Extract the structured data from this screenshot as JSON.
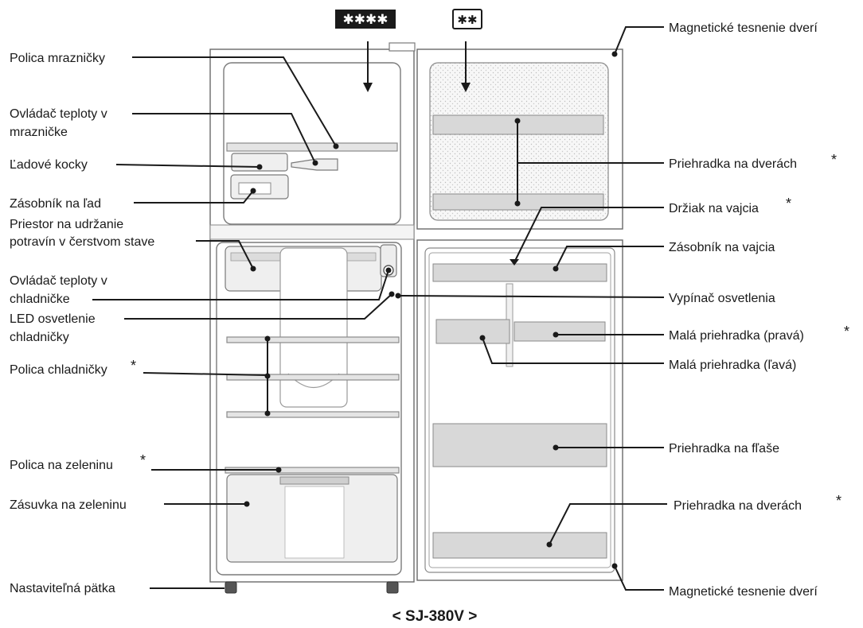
{
  "badges": {
    "freezer": "✱✱✱✱",
    "door": "✱✱"
  },
  "labels_left": {
    "freezer_shelf": "Polica mrazničky",
    "freezer_temp_1": "Ovládač teploty v",
    "freezer_temp_2": "mrazničke",
    "ice_cubes": "Ľadové kocky",
    "ice_box": "Zásobník na ľad",
    "fresh_zone_1": "Priestor na udržanie",
    "fresh_zone_2": "potravín v čerstvom stave",
    "fridge_temp_1": "Ovládač teploty v",
    "fridge_temp_2": "chladničke",
    "led_light_1": "LED osvetlenie",
    "led_light_2": "chladničky",
    "fridge_shelf": "Polica chladničky",
    "veg_shelf": "Polica na zeleninu",
    "veg_drawer": "Zásuvka na zeleninu",
    "adjustable_foot": "Nastaviteľná pätka"
  },
  "labels_right": {
    "gasket_top": "Magnetické tesnenie dverí",
    "door_pocket_top": "Priehradka na dverách",
    "egg_holder": "Držiak na vajcia",
    "egg_tray": "Zásobník na vajcia",
    "light_switch": "Vypínač osvetlenia",
    "small_pocket_right": "Malá priehradka (pravá)",
    "small_pocket_left": "Malá priehradka (ľavá)",
    "bottle_pocket": "Priehradka na fľaše",
    "door_pocket_bottom": "Priehradka na dverách",
    "gasket_bottom": "Magnetické tesnenie dverí"
  },
  "asterisk": "*",
  "model": "< SJ-380V >"
}
